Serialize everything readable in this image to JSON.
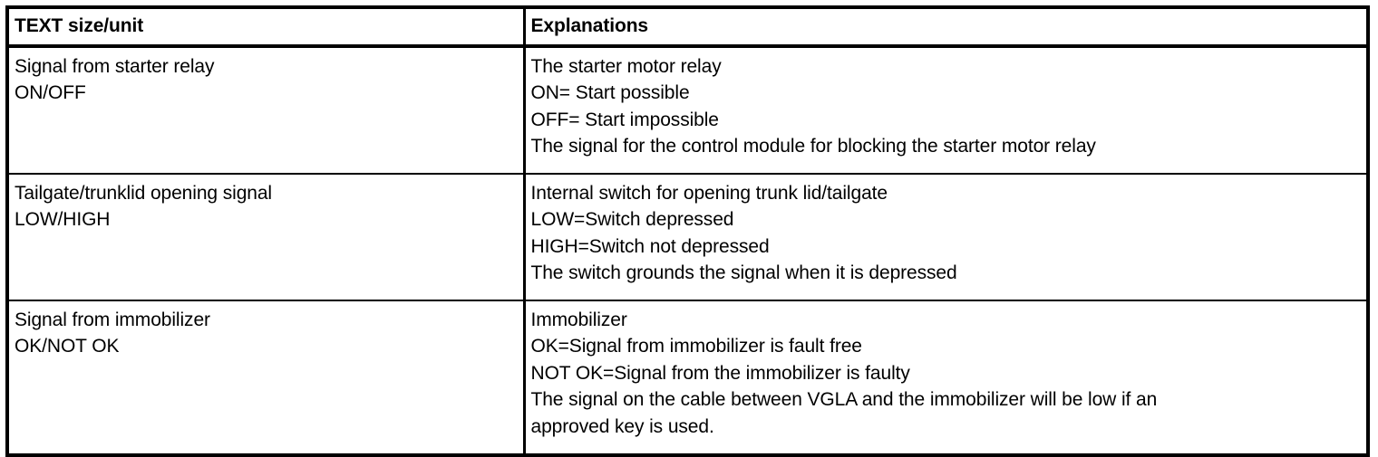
{
  "table": {
    "headers": {
      "term": "TEXT size/unit",
      "explanation": "Explanations"
    },
    "rows": [
      {
        "term_lines": [
          "Signal from starter relay",
          "ON/OFF"
        ],
        "explanation_lines": [
          "The starter motor relay",
          "ON= Start possible",
          "OFF= Start impossible",
          "The signal for the control module for blocking the starter motor relay"
        ]
      },
      {
        "term_lines": [
          "Tailgate/trunklid opening signal",
          "LOW/HIGH"
        ],
        "explanation_lines": [
          "Internal switch for opening trunk lid/tailgate",
          "LOW=Switch depressed",
          "HIGH=Switch not depressed",
          "The switch grounds the signal when it is depressed"
        ]
      },
      {
        "term_lines": [
          "Signal from immobilizer",
          "OK/NOT OK"
        ],
        "explanation_lines": [
          "Immobilizer",
          "OK=Signal from immobilizer is fault free",
          "NOT OK=Signal from the immobilizer is faulty",
          "The signal on the cable between VGLA and the immobilizer will be low if an",
          "approved key is used."
        ]
      }
    ]
  },
  "colors": {
    "border": "#000000",
    "text": "#000000",
    "background": "#ffffff"
  }
}
